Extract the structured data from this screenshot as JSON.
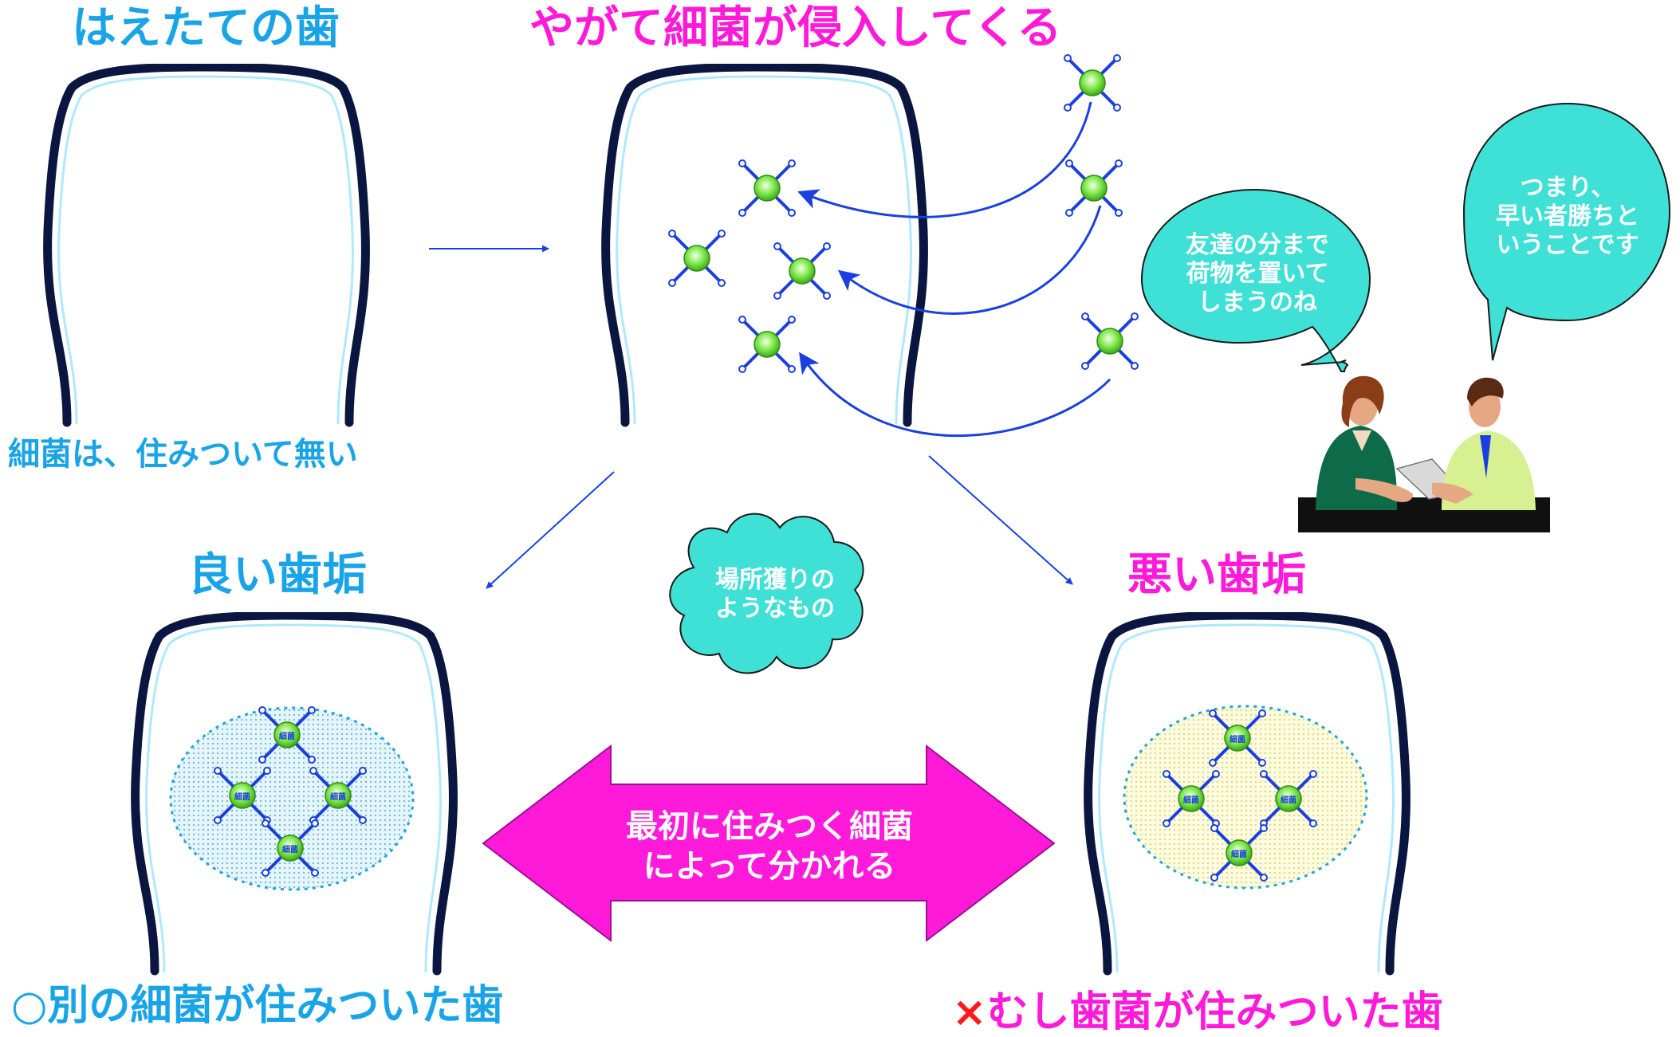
{
  "labels": {
    "top_left_title": "はえたての歯",
    "top_middle_title": "やがて細菌が侵入してくる",
    "top_left_caption": "細菌は、住みついて無い",
    "bottom_left_title": "良い歯垢",
    "bottom_right_title": "悪い歯垢",
    "bottom_left_caption_mark": "○",
    "bottom_left_caption": "別の細菌が住みついた歯",
    "bottom_right_caption_mark": "×",
    "bottom_right_caption": "むし歯菌が住みついた歯",
    "double_arrow_line1": "最初に住みつく細菌",
    "double_arrow_line2": "によって分かれる",
    "cloud_line1": "場所獲りの",
    "cloud_line2": "ようなもの",
    "bubble_woman_line1": "友達の分まで",
    "bubble_woman_line2": "荷物を置いて",
    "bubble_woman_line3": "しまうのね",
    "bubble_man_line1": "つまり、",
    "bubble_man_line2": "早い者勝ちと",
    "bubble_man_line3": "いうことです",
    "bacteria_badge": "細菌"
  },
  "colors": {
    "title_cyan": "#1aa4e8",
    "title_magenta": "#ff1ad9",
    "arrow_blue": "#1a3fe0",
    "bubble_teal": "#3fe0d6",
    "double_arrow_magenta": "#ff1ad9",
    "bacteria_green": "#7ee84a",
    "good_plaque_fill": "#d7eef8",
    "bad_plaque_fill": "#fbf7c8"
  },
  "icons": [
    "tooth-outline",
    "bacterium-icon",
    "curved-arrow",
    "speech-bubble",
    "cloud-bubble",
    "double-arrow",
    "people-meeting"
  ]
}
